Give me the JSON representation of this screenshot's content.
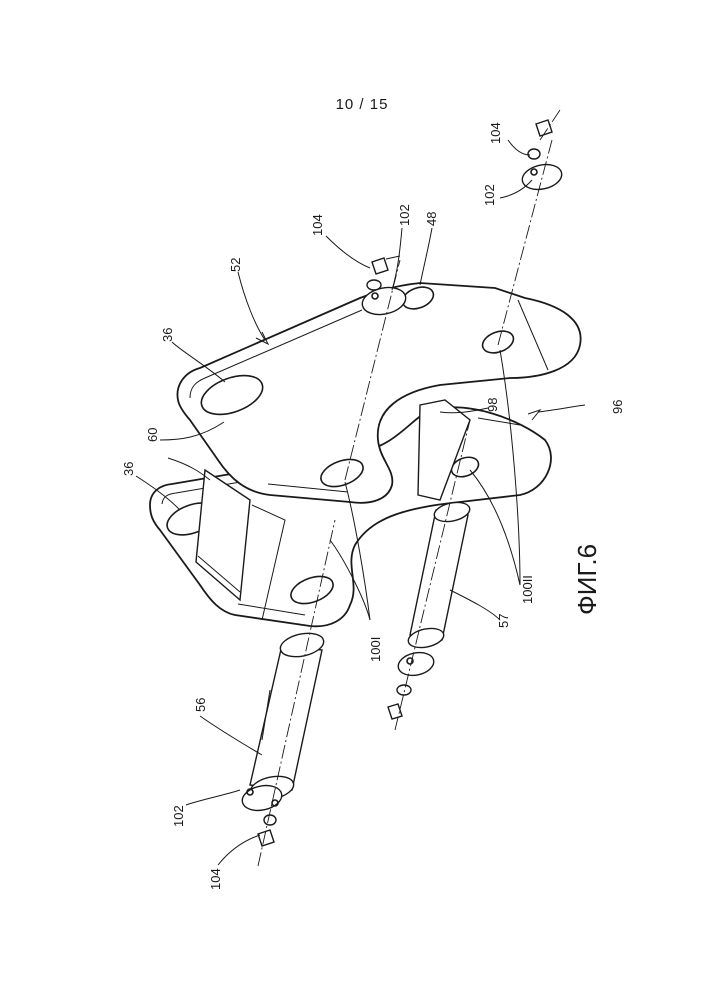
{
  "page": {
    "number": "10 / 15"
  },
  "figure": {
    "caption": "ФИГ.6",
    "labels": {
      "l52": "52",
      "l36a": "36",
      "l36b": "36",
      "l60": "60",
      "l104a": "104",
      "l102a": "102",
      "l48": "48",
      "l104b": "104",
      "l102b": "102",
      "l98": "98",
      "l96": "96",
      "l100a": "100I",
      "l100b": "100II",
      "l57": "57",
      "l56": "56",
      "l102c": "102",
      "l104c": "104"
    }
  }
}
